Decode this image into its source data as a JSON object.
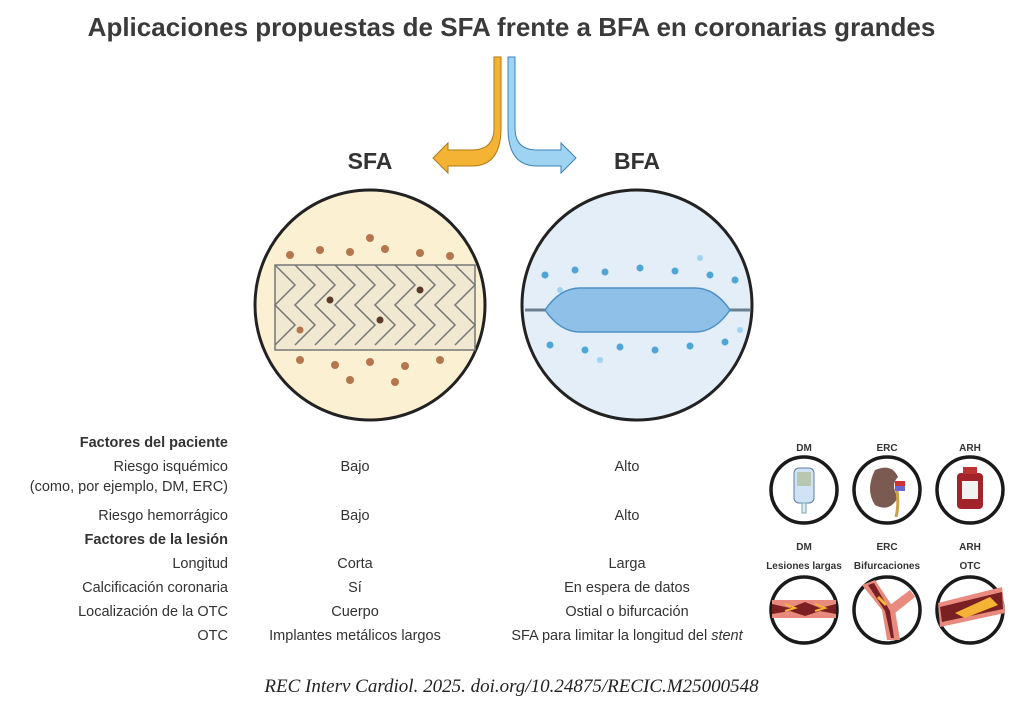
{
  "title": "Aplicaciones propuestas de SFA frente a BFA en coronarias grandes",
  "left_label": "SFA",
  "right_label": "BFA",
  "table": {
    "patient_header": "Factores del paciente",
    "lesion_header": "Factores de la lesión",
    "rows": [
      {
        "label": "Riesgo isquémico",
        "sub": "(como, por ejemplo, DM, ERC)",
        "sfa": "Bajo",
        "bfa": "Alto"
      },
      {
        "label": "Riesgo hemorrágico",
        "sfa": "Bajo",
        "bfa": "Alto"
      },
      {
        "label": "Longitud",
        "sfa": "Corta",
        "bfa": "Larga"
      },
      {
        "label": "Calcificación coronaria",
        "sfa": "Sí",
        "bfa": "En espera de datos"
      },
      {
        "label": "Localización de la OTC",
        "sfa": "Cuerpo",
        "bfa": "Ostial o bifurcación"
      },
      {
        "label": "OTC",
        "sfa": "Implantes metálicos largos",
        "bfa_pre": "SFA para limitar la longitud del ",
        "bfa_em": "stent"
      }
    ]
  },
  "icons": {
    "top": [
      "DM",
      "ERC",
      "ARH"
    ],
    "bottom_top": [
      "DM",
      "ERC",
      "ARH"
    ],
    "bottom": [
      "Lesiones largas",
      "Bifurcaciones",
      "OTC"
    ]
  },
  "citation": "REC Interv Cardiol. 2025. doi.org/10.24875/RECIC.M25000548",
  "colors": {
    "sfa_bg": "#fbf0d2",
    "bfa_bg": "#e3eef8",
    "orange": "#f5b335",
    "blue": "#9fd3f2"
  }
}
